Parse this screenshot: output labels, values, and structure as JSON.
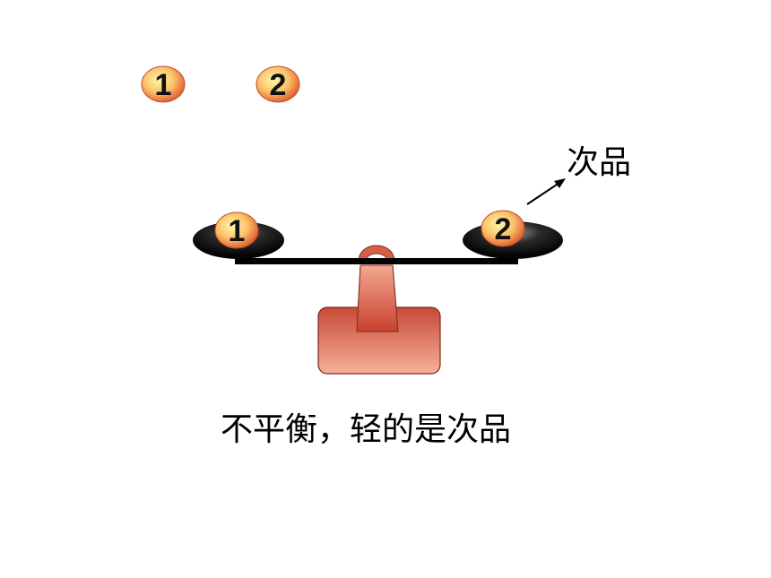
{
  "balls": {
    "top_left": "1",
    "top_right": "2",
    "pan_left": "1",
    "pan_right": "2"
  },
  "labels": {
    "defect": "次品",
    "caption": "不平衡，轻的是次品"
  },
  "colors": {
    "ball_center": "#fff59a",
    "ball_edge": "#e06030",
    "pan_dark": "#111111",
    "stand_light": "#f4a890",
    "stand_dark": "#c04030",
    "beam": "#000000"
  }
}
